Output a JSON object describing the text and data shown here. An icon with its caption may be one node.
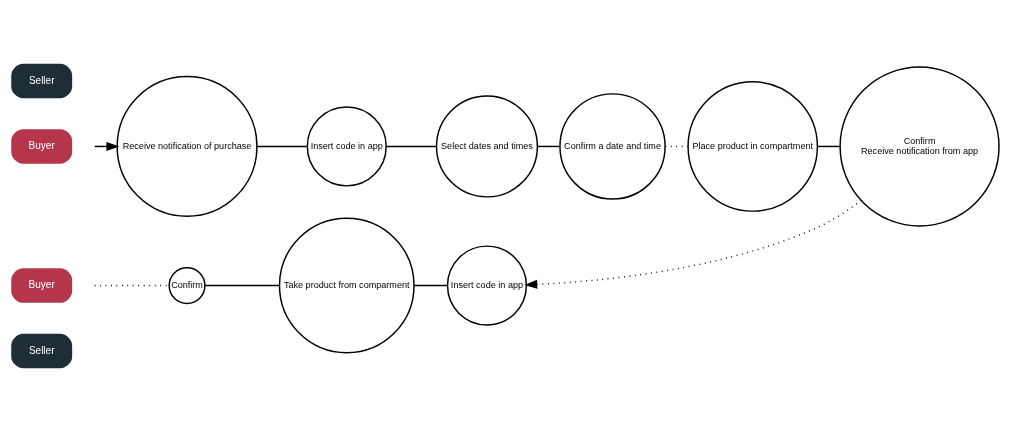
{
  "diagram": {
    "nodes": [
      {
        "text": [
          "Seller"
        ]
      },
      {
        "text": [
          "Buyer"
        ]
      },
      {
        "text": [
          "Receive notification of purchase"
        ]
      },
      {
        "text": [
          "Insert code in app"
        ]
      },
      {
        "text": [
          "Select dates and times"
        ]
      },
      {
        "text": [
          "Confirm a date and time"
        ]
      },
      {
        "text": [
          "Place product in compartment"
        ]
      },
      {
        "text": [
          "Confirm",
          "Receive notification from app"
        ]
      },
      {
        "text": [
          "Seller"
        ]
      },
      {
        "text": [
          "Buyer"
        ]
      },
      {
        "text": [
          "Confirm"
        ]
      },
      {
        "text": [
          "Take product from comparment"
        ]
      },
      {
        "text": [
          "Insert code in app"
        ]
      }
    ],
    "edges": [
      {
        "from": null,
        "to": 2,
        "arrow": "to"
      },
      {
        "from": 2,
        "to": 3,
        "arrow": "none"
      },
      {
        "from": 3,
        "to": 4,
        "arrow": "none"
      },
      {
        "from": 4,
        "to": 5,
        "arrow": "none"
      },
      {
        "from": 5,
        "to": 6,
        "arrow": "none",
        "style": "dashed"
      },
      {
        "from": 6,
        "to": 7,
        "arrow": "none"
      },
      {
        "from": 7,
        "to": 12,
        "arrow": "to",
        "style": "dashed"
      },
      {
        "from": 12,
        "to": 11,
        "arrow": "none"
      },
      {
        "from": 11,
        "to": 10,
        "arrow": "none"
      },
      {
        "from": 10,
        "to": null,
        "arrow": "none",
        "style": "dashed"
      }
    ]
  }
}
